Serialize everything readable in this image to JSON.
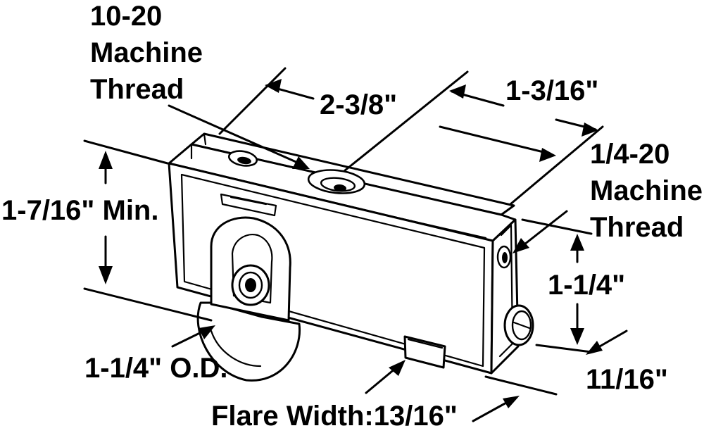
{
  "labels": {
    "thread_10_20_line1": "10-20",
    "thread_10_20_line2": "Machine",
    "thread_10_20_line3": "Thread",
    "length": "2-3/8\"",
    "depth": "1-3/16\"",
    "thread_1_4_20_line1": "1/4-20",
    "thread_1_4_20_line2": "Machine",
    "thread_1_4_20_line3": "Thread",
    "height_min": "1-7/16\" Min.",
    "height": "1-1/4\"",
    "wheel_od": "1-1/4\" O.D.",
    "width": "11/16\"",
    "flare_width": "Flare Width:13/16\""
  },
  "colors": {
    "ink": "#000000",
    "paper": "#ffffff"
  }
}
